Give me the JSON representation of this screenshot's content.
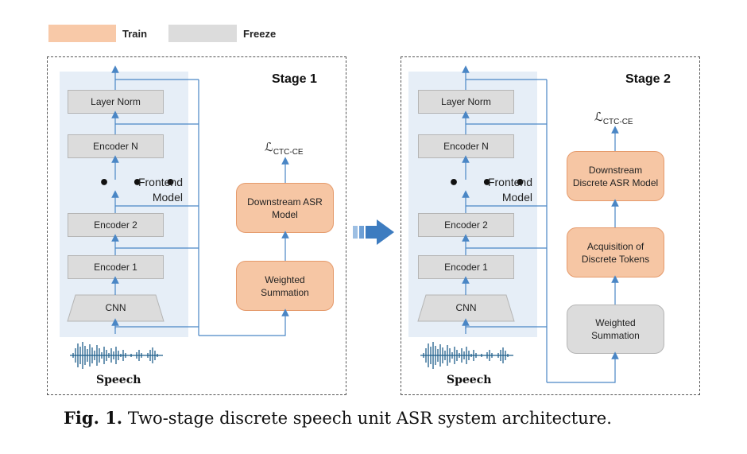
{
  "legend": {
    "train_label": "Train",
    "freeze_label": "Freeze",
    "train_color": "#f8c9a8",
    "freeze_color": "#dcdcdc"
  },
  "stage1": {
    "title": "Stage 1",
    "blocks": {
      "layer_norm": "Layer Norm",
      "encoder_n": "Encoder N",
      "encoder_2": "Encoder 2",
      "encoder_1": "Encoder 1",
      "cnn": "CNN"
    },
    "dots": "• • •",
    "frontend_line1": "Frontend",
    "frontend_line2": "Model",
    "loss_main": "ℒ",
    "loss_sub": "CTC-CE",
    "downstream": "Downstream ASR Model",
    "weighted": "Weighted Summation",
    "speech": "Speech"
  },
  "stage2": {
    "title": "Stage 2",
    "blocks": {
      "layer_norm": "Layer Norm",
      "encoder_n": "Encoder N",
      "encoder_2": "Encoder 2",
      "encoder_1": "Encoder 1",
      "cnn": "CNN"
    },
    "dots": "• • •",
    "frontend_line1": "Frontend",
    "frontend_line2": "Model",
    "loss_main": "ℒ",
    "loss_sub": "CTC-CE",
    "downstream": "Downstream Discrete ASR Model",
    "acquisition": "Acquisition of Discrete Tokens",
    "weighted": "Weighted Summation",
    "speech": "Speech"
  },
  "caption": {
    "prefix": "Fig. 1.",
    "text": "Two-stage discrete speech unit ASR system architecture."
  },
  "colors": {
    "arrow_blue": "#4a86c5",
    "stage_transition_arrow": "#3d7cc0"
  }
}
